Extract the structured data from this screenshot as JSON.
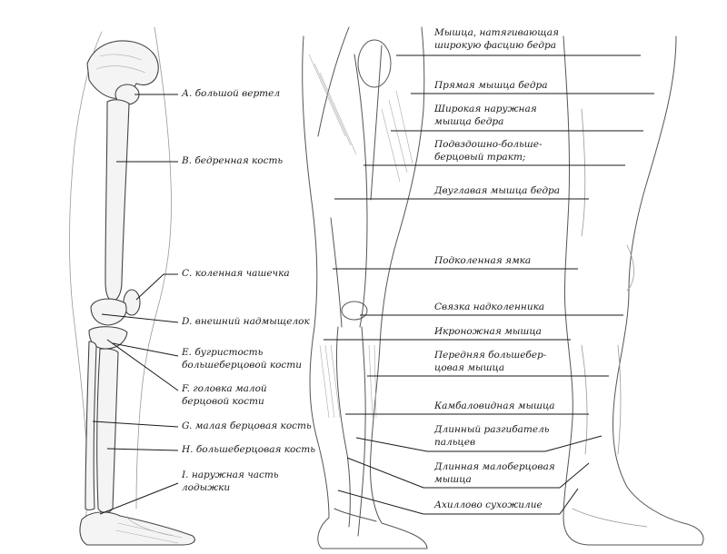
{
  "skeleton_labels": {
    "a": "А. большой вертел",
    "b": "В. бедренная кость",
    "c": "С. коленная чашечка",
    "d": "D. внешний надмыщелок",
    "e1": "Е. бугристость",
    "e2": "большеберцовой кости",
    "f1": "F. головка малой",
    "f2": "берцовой кости",
    "g": "G. малая берцовая кость",
    "h": "Н. большеберцовая кость",
    "i1": "I. наружная часть",
    "i2": "лодыжки"
  },
  "muscle_labels": {
    "tfl1": "Мышца, натягивающая",
    "tfl2": "широкую фасцию бедра",
    "rectus": "Прямая мышца бедра",
    "vastus1": "Широкая наружная",
    "vastus2": "мышца бедра",
    "itband1": "Подвздошно-больше-",
    "itband2": "берцовый тракт;",
    "biceps": "Двуглавая мышца бедра",
    "popliteal": "Подколенная ямка",
    "patellar": "Связка надколенника",
    "gastro": "Икроножная мышца",
    "tibant1": "Передняя большебер-",
    "tibant2": "цовая мышца",
    "soleus": "Камбаловидная мышца",
    "extdig1": "Длинный разгибатель",
    "extdig2": "пальцев",
    "peroneus1": "Длинная малоберцовая",
    "peroneus2": "мышца",
    "achilles": "Ахиллово сухожилие"
  }
}
